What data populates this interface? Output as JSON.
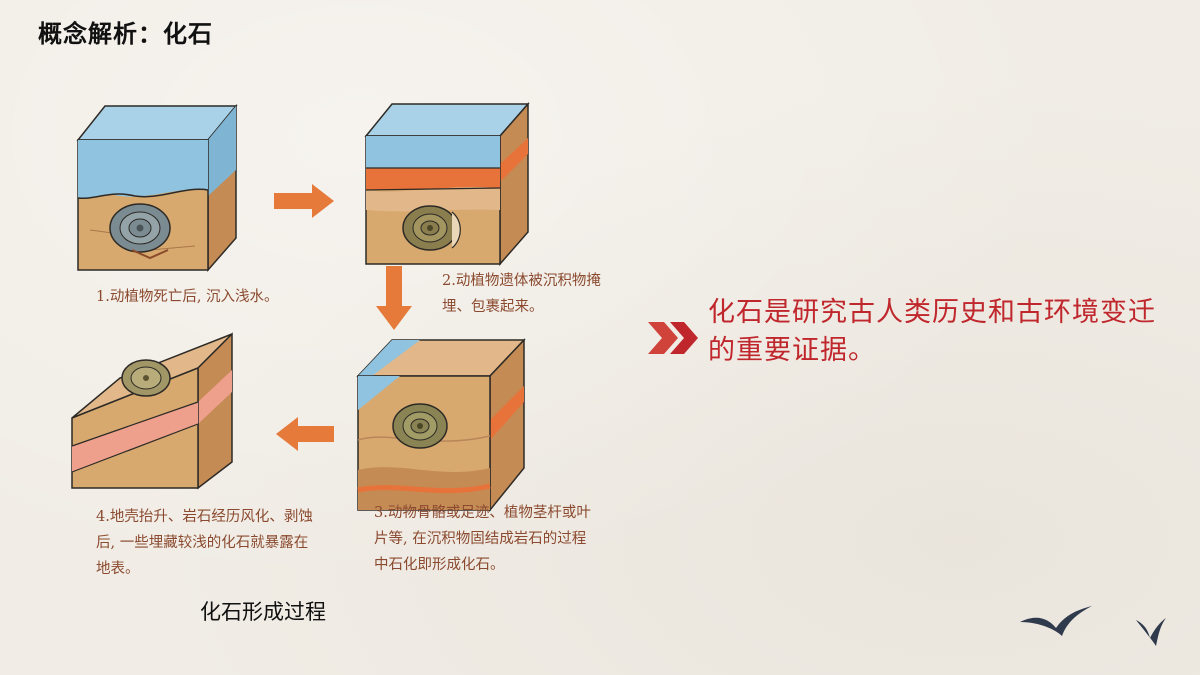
{
  "slide": {
    "title": "概念解析：化石"
  },
  "diagram": {
    "caption": "化石形成过程",
    "steps": [
      {
        "id": 1,
        "text": "1.动植物死亡后, 沉入浅水。"
      },
      {
        "id": 2,
        "text": "2.动植物遗体被沉积物掩埋、包裹起来。"
      },
      {
        "id": 3,
        "text": "3.动物骨骼或足迹、植物茎杆或叶片等, 在沉积物固结成岩石的过程中石化即形成化石。"
      },
      {
        "id": 4,
        "text": "4.地壳抬升、岩石经历风化、剥蚀后, 一些埋藏较浅的化石就暴露在地表。"
      }
    ]
  },
  "statement": {
    "text": "化石是研究古人类历史和古环境变迁的重要证据。"
  },
  "colors": {
    "accent_red": "#c0272d",
    "arrow_orange": "#e57a3b",
    "caption_brown": "#8b4a2f",
    "water_blue": "#8fc3df",
    "sediment_tan": "#d7a66f",
    "layer_orange": "#e8733a",
    "layer_pink": "#eea08c"
  }
}
